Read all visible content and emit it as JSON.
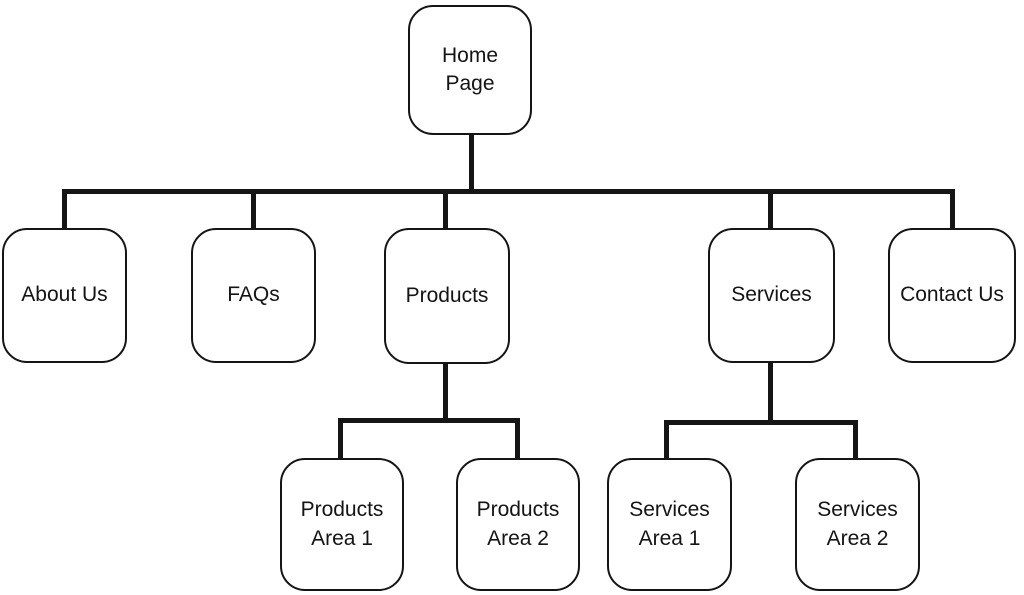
{
  "diagram": {
    "type": "sitemap-tree",
    "colors": {
      "background": "#ffffff",
      "node_fill": "#ffffff",
      "node_border": "#151515",
      "connector": "#151515",
      "text": "#141414"
    },
    "nodes": {
      "home": {
        "label": "Home Page"
      },
      "about": {
        "label": "About Us"
      },
      "faqs": {
        "label": "FAQs"
      },
      "products": {
        "label": "Products"
      },
      "services": {
        "label": "Services"
      },
      "contact": {
        "label": "Contact Us"
      },
      "parea1": {
        "label": "Products Area 1"
      },
      "parea2": {
        "label": "Products Area 2"
      },
      "sarea1": {
        "label": "Services Area 1"
      },
      "sarea2": {
        "label": "Services Area 2"
      }
    },
    "edges": [
      {
        "from": "home",
        "to": "about"
      },
      {
        "from": "home",
        "to": "faqs"
      },
      {
        "from": "home",
        "to": "products"
      },
      {
        "from": "home",
        "to": "services"
      },
      {
        "from": "home",
        "to": "contact"
      },
      {
        "from": "products",
        "to": "parea1"
      },
      {
        "from": "products",
        "to": "parea2"
      },
      {
        "from": "services",
        "to": "sarea1"
      },
      {
        "from": "services",
        "to": "sarea2"
      }
    ]
  }
}
